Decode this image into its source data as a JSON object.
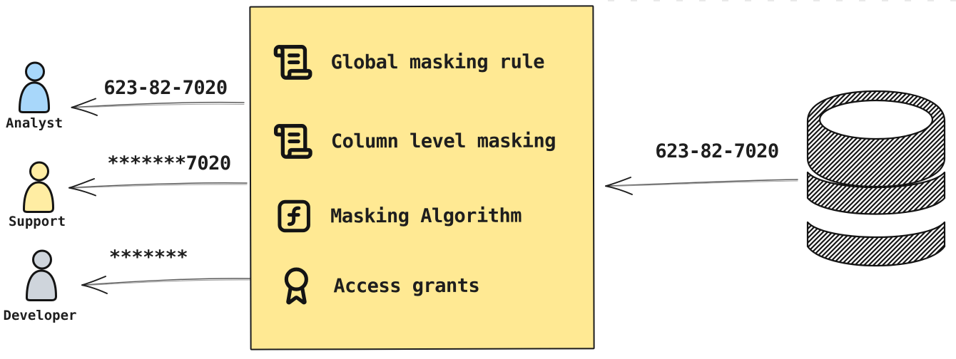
{
  "colors": {
    "box_fill": "#ffe993",
    "box_border": "#1c1c1c",
    "ink": "#1e1e1e",
    "analyst_fill": "#a8d7fa",
    "support_fill": "#ffeda3",
    "developer_fill": "#cfd5dc"
  },
  "personas": [
    {
      "name": "Analyst",
      "received_value": "623-82-7020",
      "fill": "#a8d7fa"
    },
    {
      "name": "Support",
      "received_value": "*******7020",
      "fill": "#ffeda3"
    },
    {
      "name": "Developer",
      "received_value": "*******",
      "fill": "#cfd5dc"
    }
  ],
  "masking_box": {
    "background": "#ffe993",
    "items": [
      {
        "icon": "scroll-text-icon",
        "label": "Global masking rule"
      },
      {
        "icon": "scroll-text-icon",
        "label": "Column level masking"
      },
      {
        "icon": "function-square-icon",
        "label": "Masking Algorithm"
      },
      {
        "icon": "award-icon",
        "label": "Access grants"
      }
    ]
  },
  "database": {
    "icon": "database-icon",
    "output_value": "623-82-7020"
  }
}
